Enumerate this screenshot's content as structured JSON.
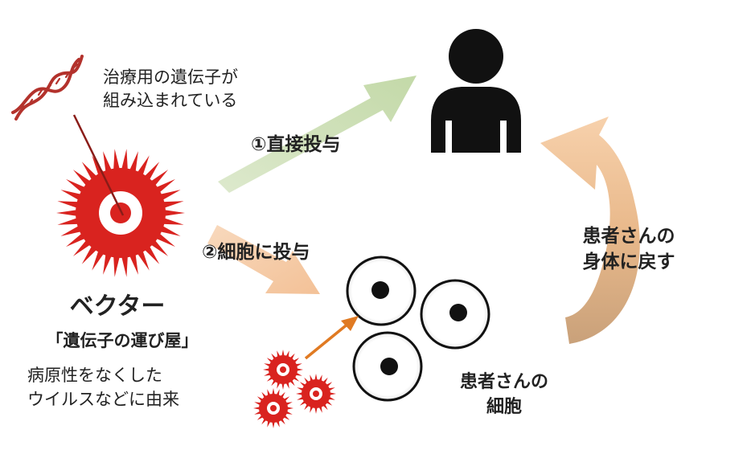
{
  "colors": {
    "vector_red": "#d9231f",
    "arrow_direct": "#c9ddb0",
    "arrow_cells": "#f5c9a1",
    "arrow_return": "#e9b98b",
    "small_arrow": "#e07a22",
    "person": "#111111"
  },
  "icons": {
    "dna": "dna-helix-icon",
    "vector": "virus-vector-icon",
    "person": "person-icon",
    "cell": "cell-icon"
  },
  "dna_caption": [
    "治療用の遺伝子が",
    "組み込まれている"
  ],
  "direct_label": "①直接投与",
  "cells_label": "②細胞に投与",
  "vector_title": "ベクター",
  "vector_subtitle": "「遺伝子の運び屋」",
  "vector_origin": [
    "病原性をなくした",
    "ウイルスなどに由来"
  ],
  "return_label": [
    "患者さんの",
    "身体に戻す"
  ],
  "cells_caption": [
    "患者さんの",
    "細胞"
  ]
}
